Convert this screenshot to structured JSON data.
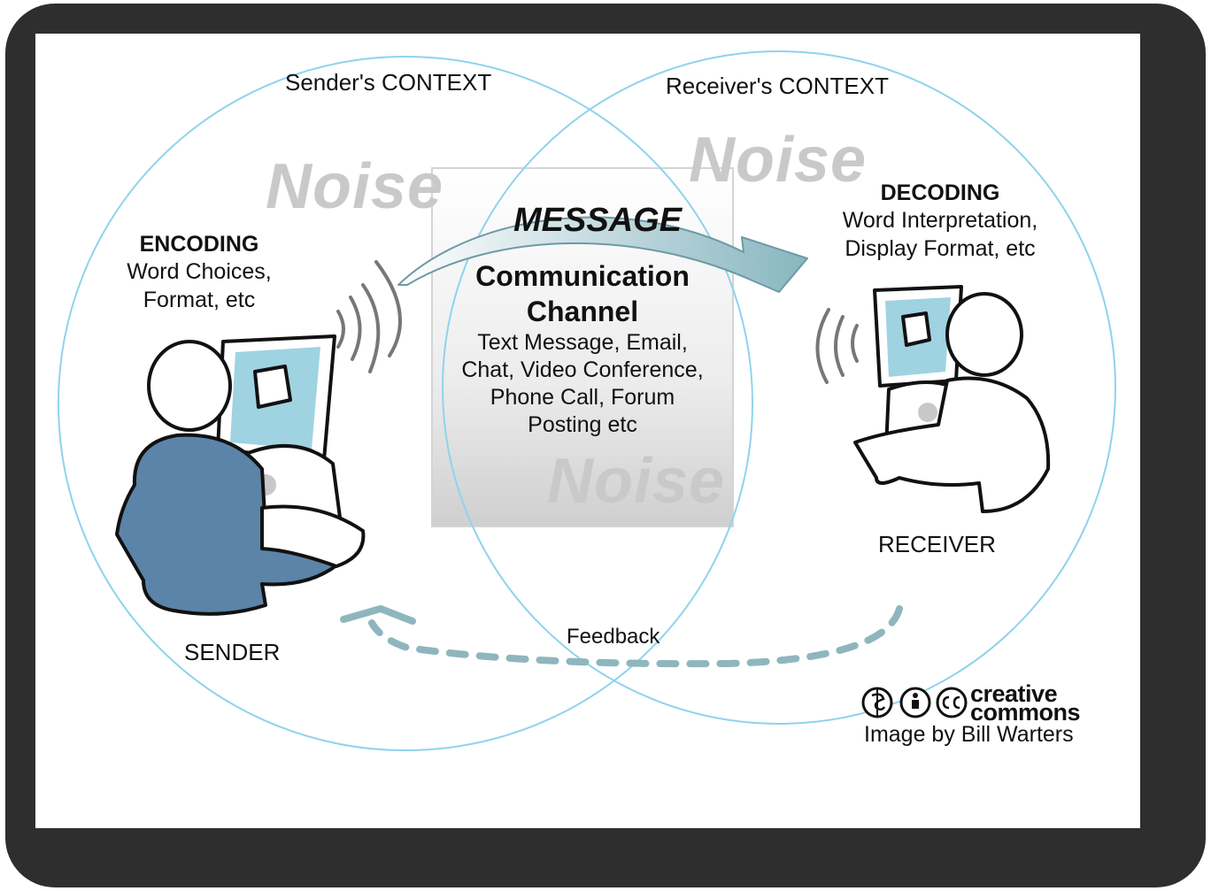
{
  "sender": {
    "context": "Sender's CONTEXT",
    "noise": "Noise",
    "encoding_title": "ENCODING",
    "encoding_lines": [
      "Word Choices,",
      "Format, etc"
    ],
    "role": "SENDER"
  },
  "receiver": {
    "context": "Receiver's CONTEXT",
    "noise": "Noise",
    "decoding_title": "DECODING",
    "decoding_lines": [
      "Word Interpretation,",
      "Display Format, etc"
    ],
    "role": "RECEIVER"
  },
  "channel": {
    "message": "MESSAGE",
    "title_lines": [
      "Communication",
      "Channel"
    ],
    "body_lines": [
      "Text Message, Email,",
      "Chat, Video Conference,",
      "Phone Call, Forum",
      "Posting etc"
    ],
    "noise": "Noise"
  },
  "feedback": "Feedback",
  "license": {
    "logo_text_lines": [
      "creative",
      "commons"
    ],
    "credit": "Image by Bill Warters"
  },
  "colors": {
    "circle": "#8fd3ec",
    "arrow": "#7fa9b3",
    "monitor_screen": "#9fd3e2",
    "sender_shirt": "#5b84a8",
    "noise": "#c9c9c9",
    "frame": "#2e2e2e"
  },
  "icons": [
    "computer-monitor-icon",
    "person-icon",
    "signal-waves-icon",
    "apple-logo-icon",
    "cc-noncommercial-icon",
    "cc-by-icon",
    "cc-icon"
  ]
}
